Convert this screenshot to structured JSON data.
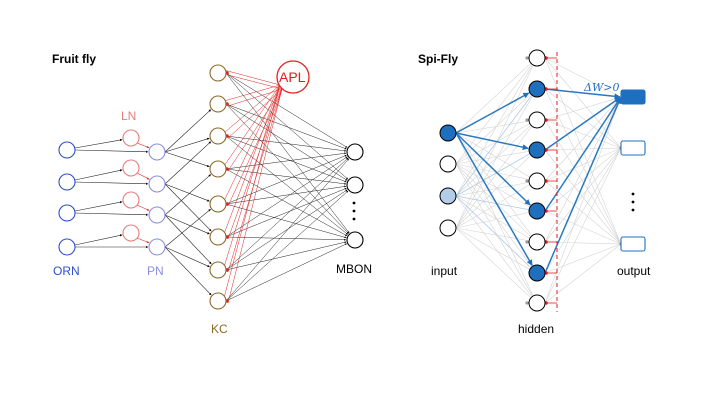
{
  "fruit_fly": {
    "title": "Fruit fly",
    "labels": {
      "orn": "ORN",
      "ln": "LN",
      "pn": "PN",
      "kc": "KC",
      "apl": "APL",
      "mbon": "MBON"
    },
    "colors": {
      "orn": "#2b4fc8",
      "ln": "#e87d7d",
      "pn": "#8a8fe0",
      "kc": "#8a6a2a",
      "apl": "#e02020",
      "mbon": "#000000",
      "edge": "#222222",
      "inhib": "#e02020"
    }
  },
  "spi_fly": {
    "title": "Spi-Fly",
    "labels": {
      "input": "input",
      "hidden": "hidden",
      "output": "output",
      "update": "ΔW>0"
    },
    "colors": {
      "active": "#1f6fbf",
      "light": "#b3cde8",
      "faint": "#d4d4d4",
      "inhib": "#e02020",
      "edge_strong": "#2a79c0"
    }
  }
}
